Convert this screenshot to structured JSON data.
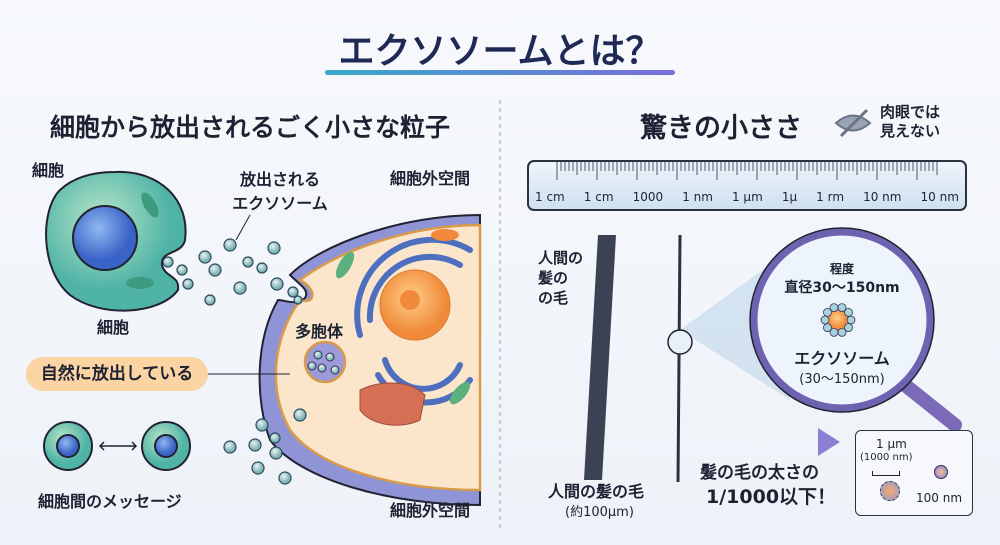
{
  "title": "エクソソームとは？",
  "left": {
    "subtitle": "細胞から放出されるごく小さな粒子",
    "cell_label_top": "細胞",
    "cell_label_bottom": "細胞",
    "released_label_1": "放出される",
    "released_label_2": "エクソソーム",
    "extracellular_top": "細胞外空間",
    "extracellular_bottom": "細胞外空間",
    "mvb_label": "多胞体",
    "natural_release_pill": "自然に放出している",
    "intercellular_message": "細胞間のメッセージ"
  },
  "right": {
    "heading": "驚きの小ささ",
    "naked_eye_1": "肉眼では",
    "naked_eye_2": "見えない",
    "ruler_labels": [
      "1 cm",
      "1 cm",
      "1000",
      "1 nm",
      "1 µm",
      "1µ",
      "1 rm",
      "10 nm",
      "10 nm"
    ],
    "hair_side_1": "人間の",
    "hair_side_2": "髪の",
    "hair_side_3": "の毛",
    "hair_label": "人間の髪の毛",
    "hair_size": "(約100µm)",
    "lens_top_1": "程度",
    "lens_top_2": "直径30〜150nm",
    "lens_name": "エクソソーム",
    "lens_size": "(30〜150nm)",
    "compare_1": "髪の毛の太さの",
    "compare_2": "1/1000以下！",
    "box_um": "1 µm",
    "box_nm": "(1000 nm)",
    "box_100": "100 nm"
  }
}
